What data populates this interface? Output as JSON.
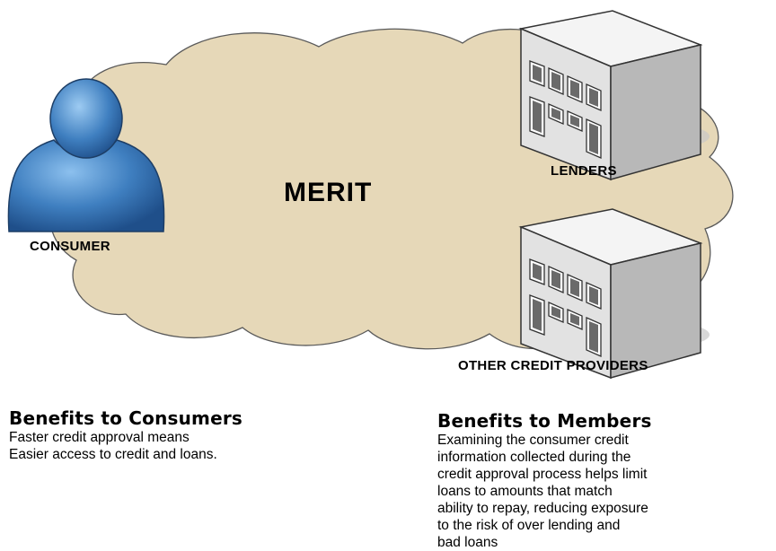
{
  "diagram": {
    "center_label": "MERIT",
    "consumer_label": "CONSUMER",
    "lenders_label": "LENDERS",
    "other_providers_label": "OTHER CREDIT PROVIDERS",
    "colors": {
      "cloud_fill": "#e6d8b8",
      "person_fill": "#3f7fc0",
      "building_roof": "#f4f4f4",
      "building_front": "#e2e2e2",
      "building_side": "#b8b8b8"
    },
    "icons": [
      "consumer-person-icon",
      "lenders-building-icon",
      "other-providers-building-icon",
      "cloud-shape"
    ]
  },
  "benefits": {
    "consumers": {
      "title": "Benefits to Consumers",
      "lines": [
        "Faster credit approval means",
        "Easier access to credit and loans."
      ]
    },
    "members": {
      "title": "Benefits to Members",
      "lines": [
        "Examining the consumer credit",
        "information collected during the",
        "credit approval process helps limit",
        "loans to amounts that match",
        "ability to repay, reducing exposure",
        "to the risk of over lending and",
        "bad loans"
      ]
    }
  }
}
